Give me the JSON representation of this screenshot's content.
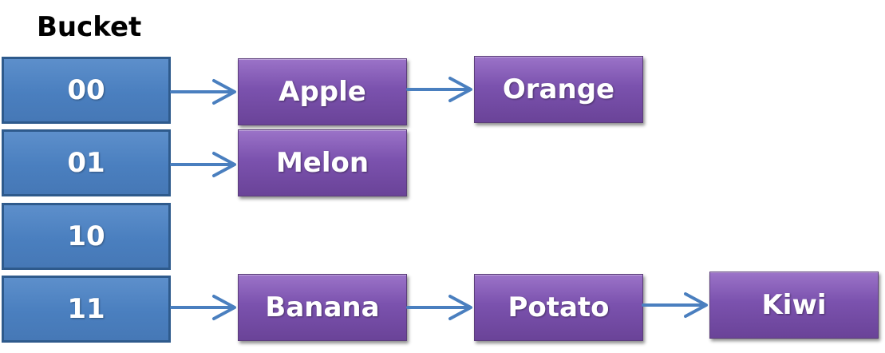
{
  "diagram": {
    "title": "Bucket",
    "buckets": [
      {
        "label": "00",
        "chain": [
          "Apple",
          "Orange"
        ]
      },
      {
        "label": "01",
        "chain": [
          "Melon"
        ]
      },
      {
        "label": "10",
        "chain": []
      },
      {
        "label": "11",
        "chain": [
          "Banana",
          "Potato",
          "Kiwi"
        ]
      }
    ],
    "colors": {
      "bucket_fill": "#4a7fbf",
      "bucket_border": "#2e5a8c",
      "node_fill": "#7b52ae",
      "arrow": "#4a7fbf"
    }
  }
}
